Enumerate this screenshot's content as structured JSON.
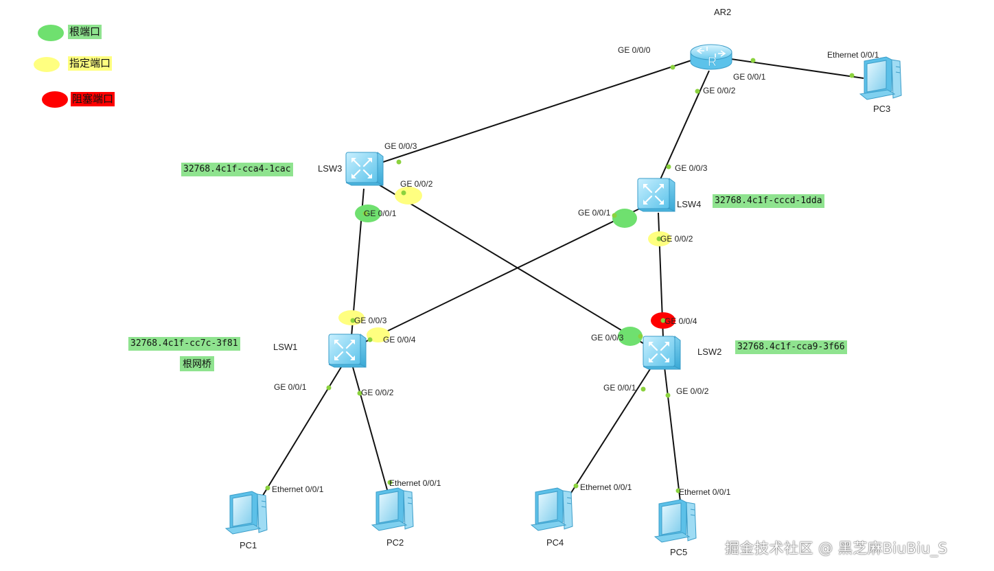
{
  "colors": {
    "root_port": "#6fe06f",
    "designated_port": "#ffff80",
    "blocking_port": "#ff0000",
    "link": "#111111",
    "port_dot": "#8bd23e",
    "device_blue": "#7fd4f2",
    "mac_bg": "#8fe38f"
  },
  "legend": [
    {
      "label": "根端口",
      "color": "#6fe06f",
      "bg": "#8fe38f"
    },
    {
      "label": "指定端口",
      "color": "#ffff80",
      "bg": "#ffff80"
    },
    {
      "label": "阻塞端口",
      "color": "#ff0000",
      "bg": "#ff0000"
    }
  ],
  "devices": {
    "ar2": {
      "name": "AR2",
      "icon": "router-icon"
    },
    "lsw1": {
      "name": "LSW1",
      "icon": "switch-icon",
      "bridge_id": "32768.4c1f-cc7c-3f81",
      "tag": "根网桥"
    },
    "lsw2": {
      "name": "LSW2",
      "icon": "switch-icon",
      "bridge_id": "32768.4c1f-cca9-3f66"
    },
    "lsw3": {
      "name": "LSW3",
      "icon": "switch-icon",
      "bridge_id": "32768.4c1f-cca4-1cac"
    },
    "lsw4": {
      "name": "LSW4",
      "icon": "switch-icon",
      "bridge_id": "32768.4c1f-cccd-1dda"
    },
    "pc1": {
      "name": "PC1",
      "icon": "pc-icon"
    },
    "pc2": {
      "name": "PC2",
      "icon": "pc-icon"
    },
    "pc3": {
      "name": "PC3",
      "icon": "pc-icon"
    },
    "pc4": {
      "name": "PC4",
      "icon": "pc-icon"
    },
    "pc5": {
      "name": "PC5",
      "icon": "pc-icon"
    }
  },
  "ports": {
    "ar2_g000": "GE 0/0/0",
    "ar2_g001": "GE 0/0/1",
    "ar2_g002": "GE 0/0/2",
    "pc3_eth": "Ethernet 0/0/1",
    "lsw3_g003": "GE 0/0/3",
    "lsw3_g002": "GE 0/0/2",
    "lsw3_g001": "GE 0/0/1",
    "lsw4_g003": "GE 0/0/3",
    "lsw4_g001": "GE 0/0/1",
    "lsw4_g002": "GE 0/0/2",
    "lsw1_g003": "GE 0/0/3",
    "lsw1_g004": "GE 0/0/4",
    "lsw1_g001": "GE 0/0/1",
    "lsw1_g002": "GE 0/0/2",
    "lsw2_g004": "GE 0/0/4",
    "lsw2_g003": "GE 0/0/3",
    "lsw2_g001": "GE 0/0/1",
    "lsw2_g002": "GE 0/0/2",
    "pc1_eth": "Ethernet 0/0/1",
    "pc2_eth": "Ethernet 0/0/1",
    "pc4_eth": "Ethernet 0/0/1",
    "pc5_eth": "Ethernet 0/0/1"
  },
  "port_roles": {
    "lsw3_g001": "root",
    "lsw3_g002": "designated",
    "lsw4_g001": "root",
    "lsw4_g002": "designated",
    "lsw1_g003": "designated",
    "lsw1_g004": "designated",
    "lsw2_g003": "root",
    "lsw2_g004": "blocking"
  },
  "watermark": "掘金技术社区 @ 黑芝麻BiuBiu_S"
}
